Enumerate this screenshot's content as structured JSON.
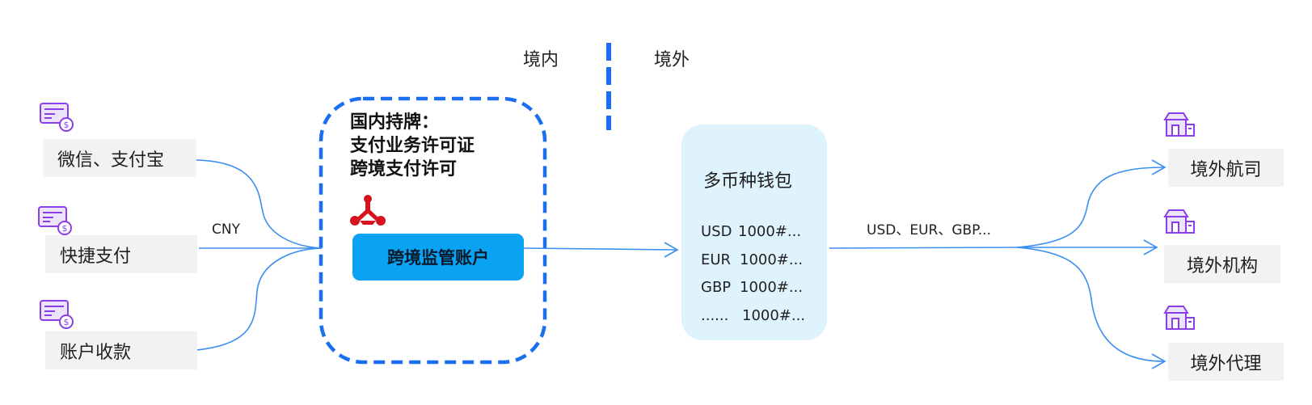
{
  "regions": {
    "domestic": "境内",
    "overseas": "境外"
  },
  "sources": [
    {
      "label": "微信、支付宝",
      "icon": "card-dollar-icon"
    },
    {
      "label": "快捷支付",
      "icon": "card-dollar-icon"
    },
    {
      "label": "账户收款",
      "icon": "card-dollar-icon"
    }
  ],
  "cny_label": "CNY",
  "license": {
    "line1": "国内持牌：",
    "line2": "支付业务许可证",
    "line3": "跨境支付许可"
  },
  "supervised_account": "跨境监管账户",
  "wallet": {
    "title": "多币种钱包",
    "rows": [
      {
        "currency": "USD",
        "amount": "1000#..."
      },
      {
        "currency": "EUR",
        "amount": "1000#..."
      },
      {
        "currency": "GBP",
        "amount": "1000#..."
      },
      {
        "currency": "......",
        "amount": "1000#..."
      }
    ]
  },
  "fx_label": "USD、EUR、GBP...",
  "destinations": [
    {
      "label": "境外航司",
      "icon": "building-icon"
    },
    {
      "label": "境外机构",
      "icon": "building-icon"
    },
    {
      "label": "境外代理",
      "icon": "building-icon"
    }
  ],
  "colors": {
    "line": "#3b8ff0",
    "dashed_border": "#1a6ff0",
    "account_bg": "#0aa2f2",
    "wallet_bg": "#dff3fd",
    "icon_purple": "#8a3ee8",
    "logo_red": "#d6141f"
  }
}
